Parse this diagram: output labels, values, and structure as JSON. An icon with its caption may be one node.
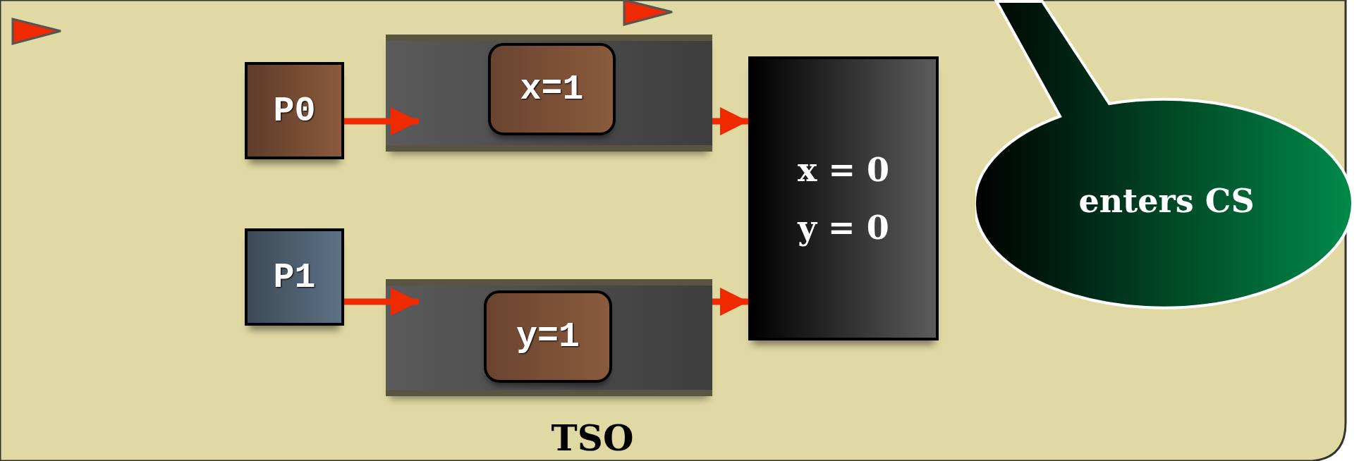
{
  "diagram": {
    "nodes": [
      {
        "text": [
          "P0"
        ]
      },
      {
        "text": [],
        "shape": "box"
      },
      {
        "text": [
          "x=1"
        ],
        "in": 1
      },
      {
        "text": [
          "x = 0",
          "y = 0"
        ]
      },
      {
        "text": [
          "enters CS"
        ]
      },
      {
        "text": [
          "P1"
        ]
      },
      {
        "text": [],
        "shape": "box"
      },
      {
        "text": [
          "y=1"
        ],
        "in": 6
      }
    ],
    "edges": [
      {
        "from": 0,
        "to": 1,
        "arrow": "to"
      },
      {
        "from": 1,
        "to": 3,
        "arrow": "to"
      },
      {
        "from": 5,
        "to": 6,
        "arrow": "to"
      },
      {
        "from": 6,
        "to": 3,
        "arrow": "to"
      }
    ],
    "labels": [
      "TSO"
    ]
  }
}
